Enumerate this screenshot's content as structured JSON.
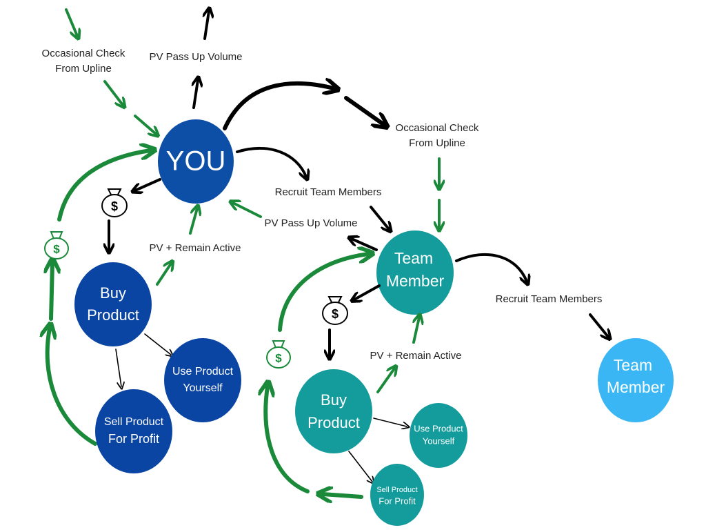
{
  "colors": {
    "you_node": "#0d4ea6",
    "product_node": "#0a45a3",
    "team_node": "#149b9b",
    "team_node_light": "#3ab6f5",
    "green_arrow": "#1a8a3a",
    "black_arrow": "#000000"
  },
  "you": {
    "label": "YOU",
    "buy_product": [
      "Buy",
      "Product"
    ],
    "use_product": [
      "Use Product",
      "Yourself"
    ],
    "sell_product": [
      "Sell Product",
      "For Profit"
    ],
    "check_from_upline": [
      "Occasional Check",
      "From Upline"
    ],
    "pv_pass_up": "PV Pass Up Volume",
    "pv_remain_active": "PV + Remain Active"
  },
  "team_member": {
    "label": [
      "Team",
      "Member"
    ],
    "buy_product": [
      "Buy",
      "Product"
    ],
    "use_product": [
      "Use Product",
      "Yourself"
    ],
    "sell_product": [
      "Sell Product",
      "For Profit"
    ],
    "check_from_upline": [
      "Occasional Check",
      "From Upline"
    ],
    "recruit": "Recruit Team Members",
    "pv_pass_up": "PV Pass Up Volume",
    "pv_remain_active": "PV + Remain Active"
  },
  "downline": {
    "recruit": "Recruit Team Members",
    "label": [
      "Team",
      "Member"
    ]
  },
  "icons": {
    "money_bag_green": "money-bag-icon",
    "money_bag_black": "money-bag-icon"
  }
}
